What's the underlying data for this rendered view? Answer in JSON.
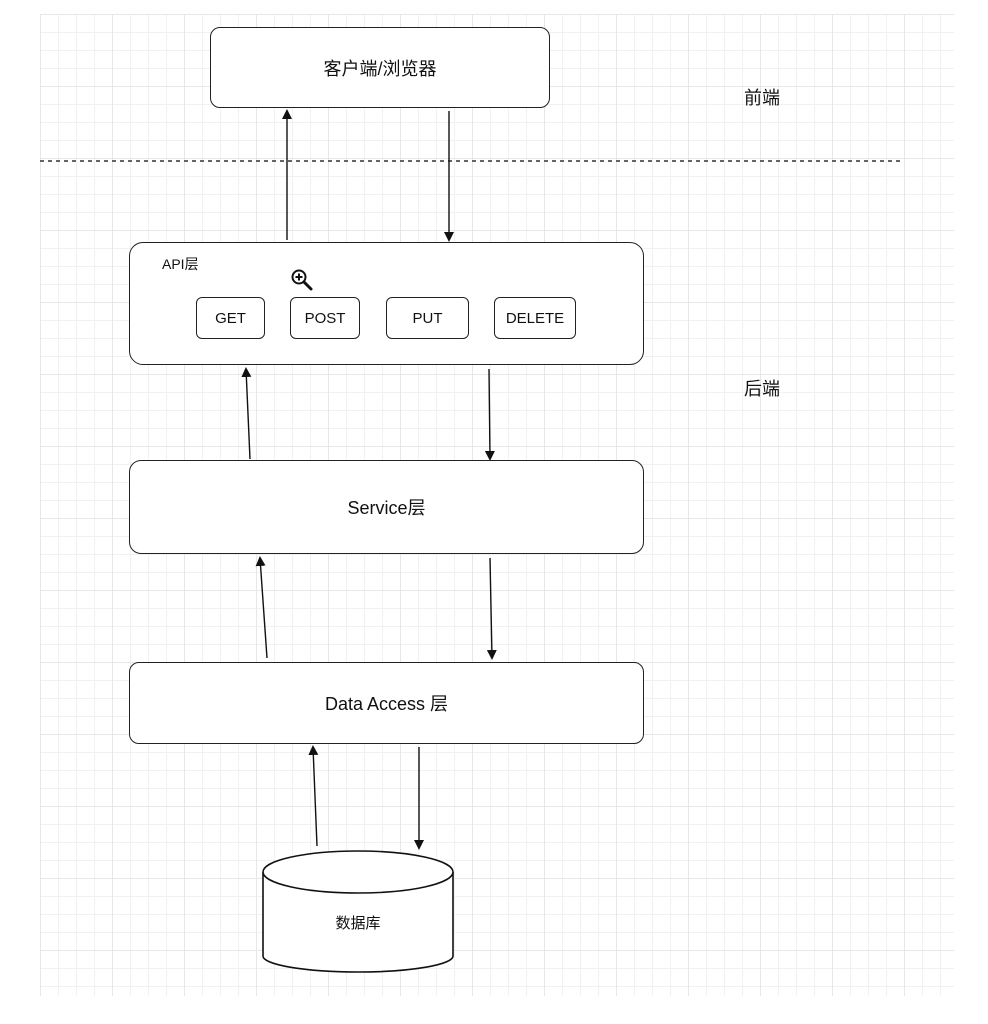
{
  "frontend_label": "前端",
  "backend_label": "后端",
  "client_box": {
    "label": "客户端/浏览器"
  },
  "api_layer": {
    "label": "API层",
    "methods": [
      "GET",
      "POST",
      "PUT",
      "DELETE"
    ]
  },
  "service_layer": {
    "label": "Service层"
  },
  "data_access_layer": {
    "label": "Data Access 层"
  },
  "database": {
    "label": "数据库"
  },
  "icons": {
    "zoom": "zoom-in-icon"
  }
}
